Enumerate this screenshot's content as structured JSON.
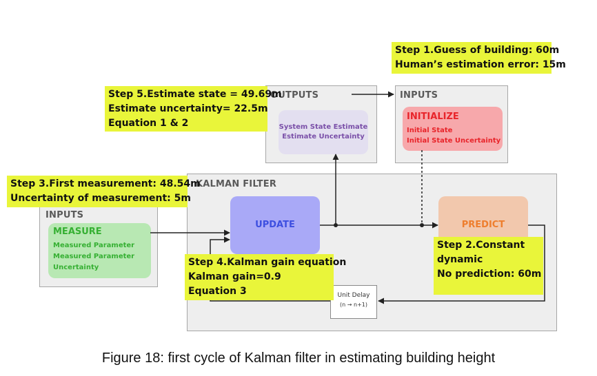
{
  "kalman_filter": {
    "title": "KALMAN FILTER"
  },
  "outputs": {
    "title": "OUTPUTS",
    "lines": [
      "System State Estimate",
      "Estimate Uncertainty"
    ]
  },
  "inputs_init": {
    "title": "INPUTS",
    "block_title": "INITIALIZE",
    "lines": [
      "Initial State",
      "Initial State Uncertainty"
    ]
  },
  "inputs_measure": {
    "title": "INPUTS",
    "block_title": "MEASURE",
    "lines": [
      "Measured Parameter",
      "Measured Parameter",
      "Uncertainty"
    ]
  },
  "update": {
    "label": "UPDATE"
  },
  "predict": {
    "label": "PREDICT"
  },
  "unit_delay": {
    "line1": "Unit Delay",
    "line2": "(n → n+1)"
  },
  "callouts": {
    "step1": [
      "Step 1.Guess of building: 60m",
      "Human’s estimation error: 15m"
    ],
    "step2": [
      "Step 2.Constant",
      "dynamic",
      "No prediction: 60m"
    ],
    "step3": [
      "Step 3.First measurement: 48.54m",
      "Uncertainty of measurement: 5m"
    ],
    "step4": [
      "Step 4.Kalman gain equation",
      "Kalman gain=0.9",
      "Equation 3"
    ],
    "step5": [
      "Step 5.Estimate state = 49.69m",
      "Estimate uncertainty= 22.5m",
      "Equation 1 & 2"
    ]
  },
  "caption": "Figure 18: first cycle of Kalman filter in estimating building height",
  "colors": {
    "update": "#a9a9f7",
    "predict": "#f2c8ad",
    "initialize": "#f7a8ab",
    "measure": "#b8e8b3",
    "outputs_block": "#e3dff0",
    "callout": "#e9f53a"
  }
}
